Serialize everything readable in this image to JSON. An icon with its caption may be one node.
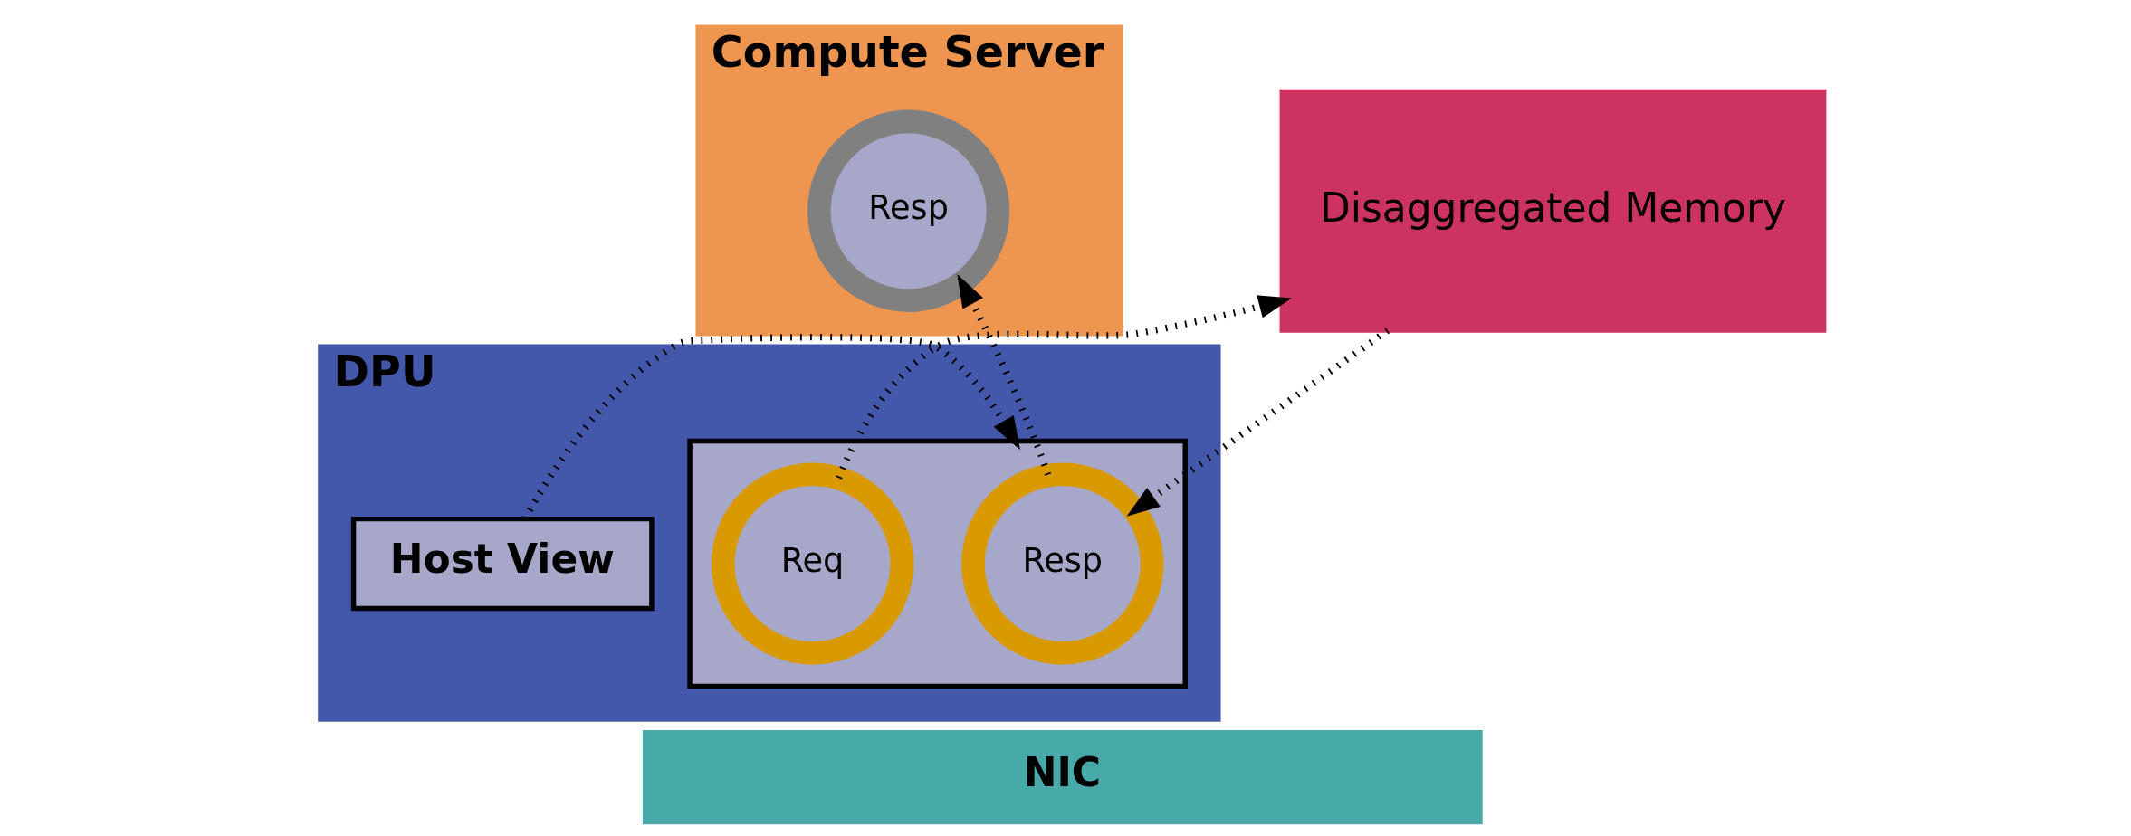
{
  "diagram": {
    "nodes": [
      {
        "text": [
          "Compute Server"
        ]
      },
      {
        "text": [
          "Resp"
        ],
        "in": 0
      },
      {
        "text": [
          "DPU"
        ]
      },
      {
        "text": [
          "Host View"
        ],
        "in": 2
      },
      {
        "text": [],
        "shape": "box",
        "in": 2
      },
      {
        "text": [
          "Resp"
        ],
        "in": 4
      },
      {
        "text": [
          "Req"
        ],
        "in": 4
      },
      {
        "text": [
          "NIC"
        ]
      },
      {
        "text": [
          "Disaggregated Memory"
        ]
      }
    ],
    "edges": [
      {
        "from": 3,
        "to": 4,
        "arrow": "to"
      },
      {
        "from": 5,
        "to": 1,
        "arrow": "to"
      },
      {
        "from": 6,
        "to": 8,
        "arrow": "to"
      },
      {
        "from": 8,
        "to": 5,
        "arrow": "to"
      }
    ]
  }
}
